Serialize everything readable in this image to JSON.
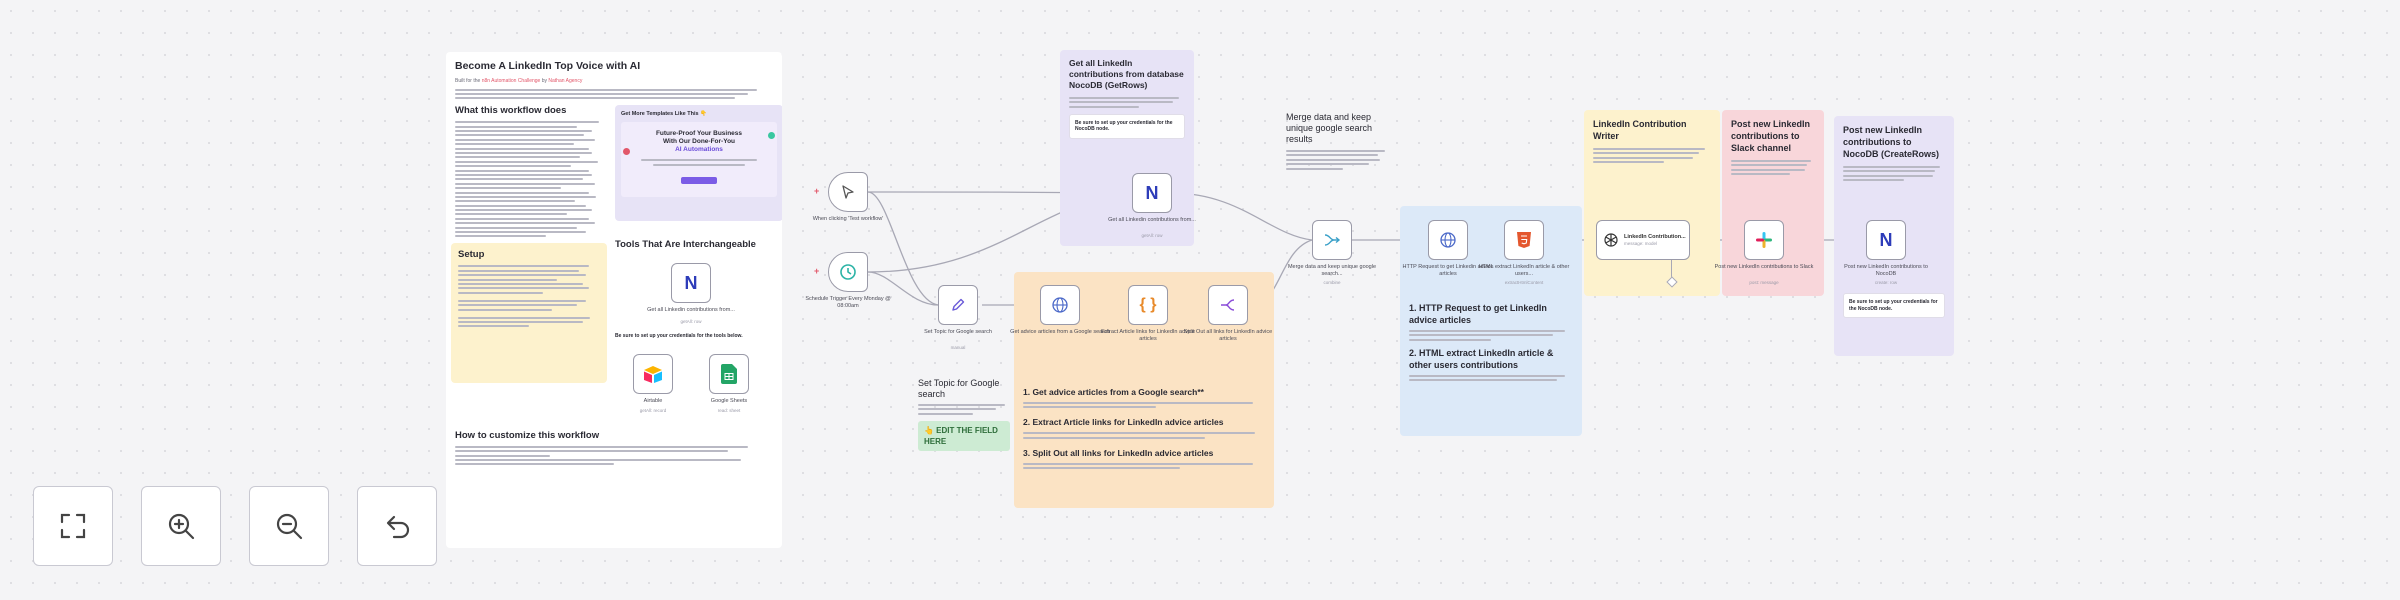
{
  "main_note": {
    "title": "Become A LinkedIn Top Voice with AI",
    "byline_prefix": "Built for the",
    "byline_link": "n8n Automation Challenge",
    "byline_mid": "by",
    "byline_author": "Nathan Agency",
    "what_title": "What this workflow does",
    "setup_title": "Setup",
    "customize_title": "How to customize this workflow"
  },
  "templates_card": {
    "title": "Get More Templates Like This 👇",
    "headline_line1": "Future-Proof Your Business",
    "headline_line2": "With Our Done-For-You",
    "headline_line3": "AI Automations"
  },
  "tools_note": {
    "title": "Tools That Are Interchangeable",
    "node_label": "Get all Linkedin contributions from...",
    "node_sub": "getAll: row",
    "warning": "Be sure to set up your credentials for the tools below.",
    "airtable_label": "Airtable",
    "airtable_sub": "getAll: record",
    "sheets_label": "Google Sheets",
    "sheets_sub": "read: sheet"
  },
  "nocodb_note": {
    "title": "Get all LinkedIn contributions from database NocoDB (GetRows)",
    "warning": "Be sure to set up your credentials for the NocoDB node."
  },
  "search_note": {
    "title1": "1. Get advice articles from a Google search**",
    "title2": "2. Extract Article links for LinkedIn advice articles",
    "title3": "3. Split Out all links for LinkedIn advice articles"
  },
  "set_topic_note": {
    "title": "Set Topic for Google search",
    "edit_label": "👆 EDIT THE FIELD HERE"
  },
  "merge_note": {
    "title": "Merge data and keep unique google search results"
  },
  "http_note": {
    "title1": "1. HTTP Request to get LinkedIn advice articles",
    "title2": "2. HTML extract LinkedIn article & other users contributions"
  },
  "writer_note": {
    "title": "LinkedIn Contribution Writer"
  },
  "slack_note": {
    "title": "Post new LinkedIn contributions to Slack channel"
  },
  "createrows_note": {
    "title": "Post new LinkedIn contributions to NocoDB (CreateRows)",
    "warning": "Be sure to set up your credentials for the NocoDB node."
  },
  "nodes": {
    "manual": {
      "label": "When clicking 'Test workflow'",
      "icon": "cursor-icon"
    },
    "schedule": {
      "label": "Schedule Trigger Every Monday @ 08:00am",
      "icon": "clock-icon"
    },
    "nocodb_get": {
      "label": "Get all Linkedin contributions from...",
      "sub": "getAll: row",
      "icon": "nocodb-icon"
    },
    "set_topic": {
      "label": "Set Topic for Google search",
      "sub": "manual",
      "icon": "pencil-icon"
    },
    "google_search": {
      "label": "Get advice articles from a Google search",
      "icon": "globe-icon"
    },
    "extract_links": {
      "label": "Extract Article links for LinkedIn advice articles",
      "icon": "code-braces-icon"
    },
    "split_out": {
      "label": "Split Out all links for LinkedIn advice articles",
      "icon": "split-icon"
    },
    "merge": {
      "label": "Merge data and keep unique google search...",
      "sub": "combine",
      "icon": "merge-icon"
    },
    "http": {
      "label": "HTTP Request to get Linkedin advice articles",
      "icon": "globe-icon"
    },
    "html": {
      "label": "HTML extract LinkedIn article & other users...",
      "sub": "extractHtmlContent",
      "icon": "html-icon"
    },
    "writer": {
      "label": "LinkedIn Contribution...",
      "sub": "message: model",
      "icon": "openai-icon"
    },
    "slack": {
      "label": "Post new LinkedIn contributions to Slack",
      "sub": "post: message",
      "icon": "slack-icon"
    },
    "nocodb_create": {
      "label": "Post new LinkedIn contributions to NocoDB",
      "sub": "create: row",
      "icon": "nocodb-icon"
    }
  },
  "controls": {
    "fit": "fit-to-view-icon",
    "zoom_in": "zoom-in-icon",
    "zoom_out": "zoom-out-icon",
    "undo": "undo-icon"
  },
  "colors": {
    "accent_red": "#e2576a",
    "nocodb_blue": "#2d3cb9",
    "schedule_teal": "#2bb3a6",
    "edit_green": "#cdebd3"
  }
}
